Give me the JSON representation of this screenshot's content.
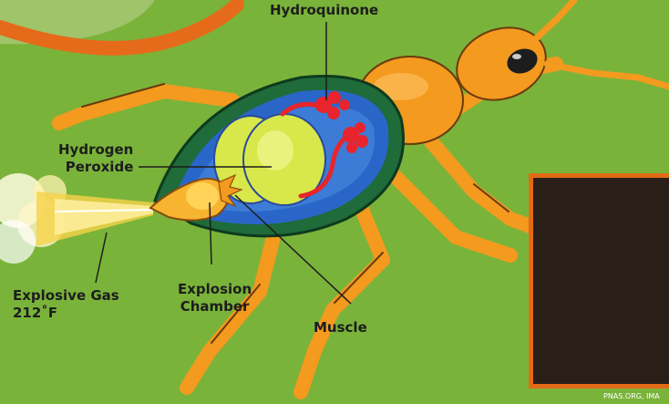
{
  "colors": {
    "background": "#7ab33a",
    "beetle_body": "#f39a1f",
    "abdomen_shell": "#1f6b3a",
    "abdomen_inner": "#2a66c8",
    "reservoir": "#d8e84a",
    "hydroquinone_gland": "#e8242c",
    "inset_border": "#e26a16"
  },
  "labels": {
    "hydroquinone": "Hydroquinone",
    "hydrogen_peroxide": [
      "Hydrogen",
      "Peroxide"
    ],
    "explosive_gas": [
      "Explosive Gas",
      "212˚F"
    ],
    "explosion_chamber": [
      "Explosion",
      "Chamber"
    ],
    "muscle": "Muscle"
  },
  "photo_credit": "PNAS.ORG, IMA"
}
